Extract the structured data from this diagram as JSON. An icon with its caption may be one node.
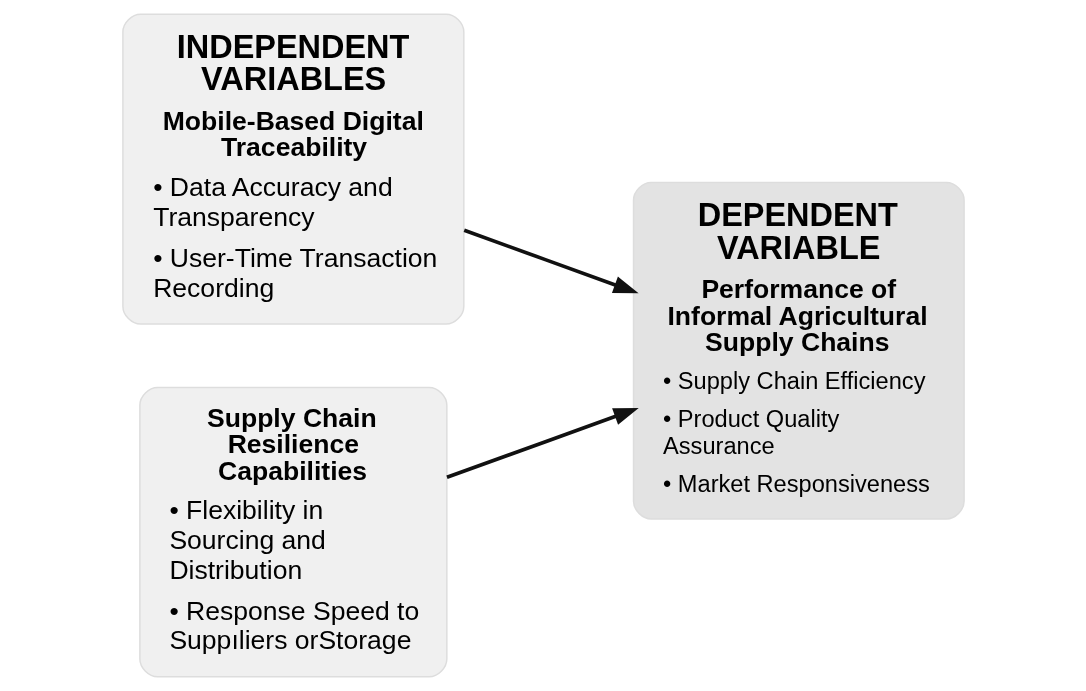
{
  "diagram": {
    "nodes": [
      {
        "text": [
          "INDEPENDENT VARIABLES",
          "Mobile-Based Digital Traceability",
          "• Data Accuracy and Transparency",
          "• User-Time Transaction Recording"
        ]
      },
      {
        "text": [
          "Supply Chain Resilience Capabilities",
          "• Flexibility in Sourcing and Distribution",
          "• Response Speed to Suppıliers orStorage"
        ]
      },
      {
        "text": [
          "DEPENDENT VARIABLE",
          "Performance of Informal Agricultural Supply Chains",
          "• Supply Chain Efficiency",
          "• Product Quality Assurance",
          "• Market Responsiveness"
        ]
      }
    ],
    "edges": [
      {
        "from": 0,
        "to": 2,
        "arrow": "to"
      },
      {
        "from": 1,
        "to": 2,
        "arrow": "to"
      }
    ]
  }
}
